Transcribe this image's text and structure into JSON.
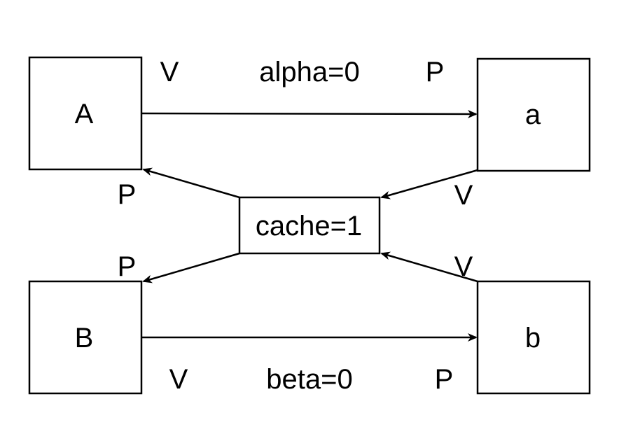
{
  "nodes": {
    "A": "A",
    "a": "a",
    "B": "B",
    "b": "b",
    "cache": "cache=1"
  },
  "edge_labels": {
    "top": "alpha=0",
    "bottom": "beta=0"
  },
  "port_labels": {
    "top_left": "V",
    "top_right": "P",
    "mid_upper_left": "P",
    "mid_upper_right": "V",
    "mid_lower_left": "P",
    "mid_lower_right": "V",
    "bottom_left": "V",
    "bottom_right": "P"
  },
  "colors": {
    "stroke": "#000000",
    "background": "#ffffff"
  }
}
